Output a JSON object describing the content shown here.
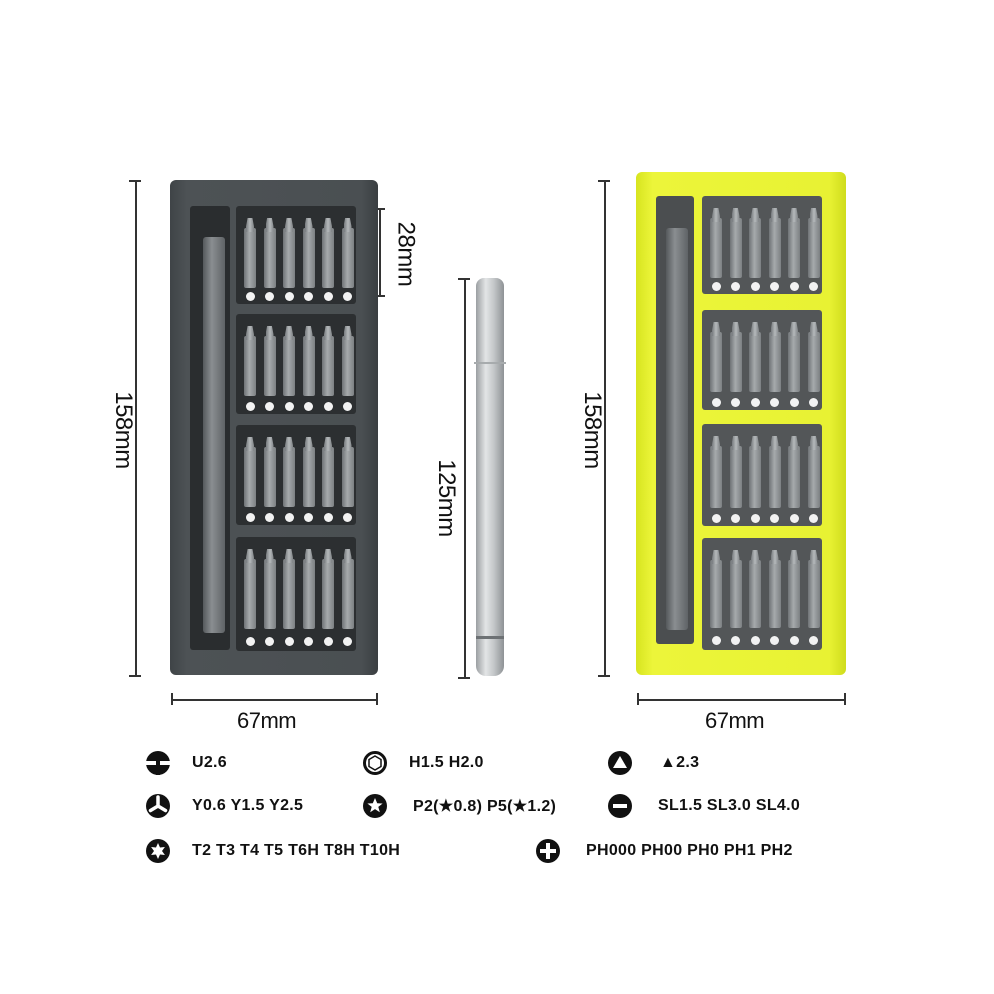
{
  "dimensions": {
    "dark_height": "158mm",
    "dark_width": "67mm",
    "bit_length": "28mm",
    "driver_length": "125mm",
    "yellow_height": "158mm",
    "yellow_width": "67mm"
  },
  "colors": {
    "dark_case": "#4a4f52",
    "yellow_case": "#e8f233",
    "bit_steel": "#a6aaac"
  },
  "legend": [
    {
      "icon": "u-slot-icon",
      "text": "U2.6"
    },
    {
      "icon": "hex-icon",
      "text": "H1.5 H2.0"
    },
    {
      "icon": "triangle-icon",
      "text": "▲2.3"
    },
    {
      "icon": "tri-wing-icon",
      "text": "Y0.6 Y1.5 Y2.5"
    },
    {
      "icon": "pentalobe-icon",
      "text": "P2(★0.8) P5(★1.2)"
    },
    {
      "icon": "slotted-icon",
      "text": "SL1.5 SL3.0 SL4.0"
    },
    {
      "icon": "torx-icon",
      "text": "T2 T3 T4 T5 T6H T8H T10H"
    },
    {
      "icon": "phillips-icon",
      "text": "PH000 PH00 PH0 PH1 PH2"
    }
  ]
}
